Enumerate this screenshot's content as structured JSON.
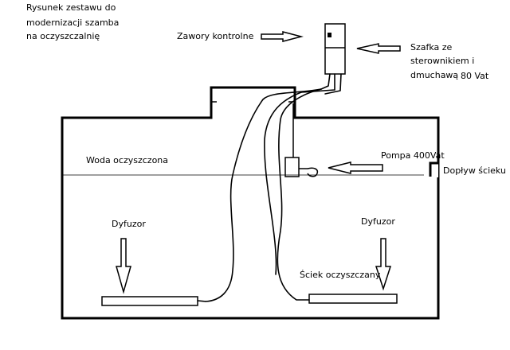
{
  "caption": {
    "line1": "Rysunek zestawu do",
    "line2": "modernizacji szamba",
    "line3": "na oczyszczalnię"
  },
  "labels": {
    "valves": "Zawory kontrolne",
    "cabinet_line1": "Szafka ze",
    "cabinet_line2": "sterownikiem i",
    "cabinet_line3": "dmuchawą",
    "cabinet_power": "80 Vat",
    "water": "Woda oczyszczona",
    "pump": "Pompa 400Vat",
    "inflow": "Dopływ ścieku",
    "diffuser_left": "Dyfuzor",
    "diffuser_right": "Dyfuzor",
    "treated_sewage": "Ściek oczyszczany"
  }
}
